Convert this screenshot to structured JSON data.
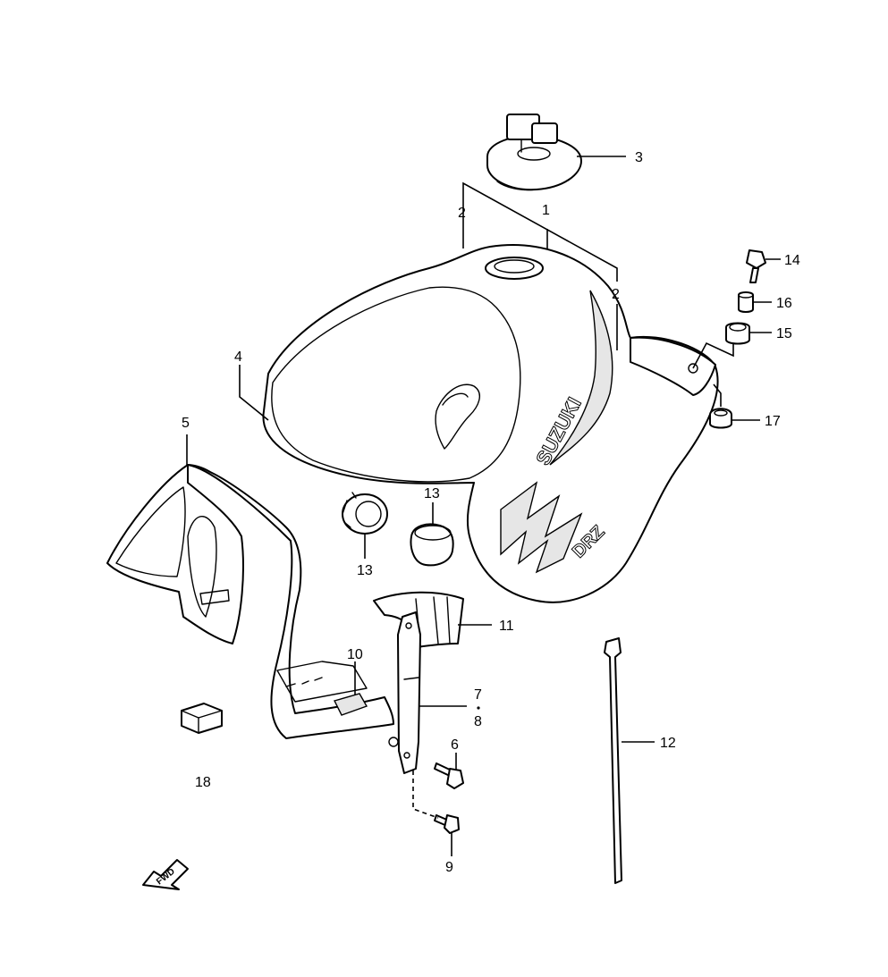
{
  "callouts": [
    {
      "id": "1",
      "label": "1"
    },
    {
      "id": "2a",
      "label": "2"
    },
    {
      "id": "2b",
      "label": "2"
    },
    {
      "id": "3",
      "label": "3"
    },
    {
      "id": "4",
      "label": "4"
    },
    {
      "id": "5",
      "label": "5"
    },
    {
      "id": "6",
      "label": "6"
    },
    {
      "id": "7",
      "label": "7"
    },
    {
      "id": "8",
      "label": "8"
    },
    {
      "id": "9",
      "label": "9"
    },
    {
      "id": "10",
      "label": "10"
    },
    {
      "id": "11",
      "label": "11"
    },
    {
      "id": "12",
      "label": "12"
    },
    {
      "id": "13a",
      "label": "13"
    },
    {
      "id": "13b",
      "label": "13"
    },
    {
      "id": "14",
      "label": "14"
    },
    {
      "id": "15",
      "label": "15"
    },
    {
      "id": "16",
      "label": "16"
    },
    {
      "id": "17",
      "label": "17"
    },
    {
      "id": "18",
      "label": "18"
    }
  ],
  "tank_logo": "SUZUKI",
  "tank_model": "DRZ",
  "direction_arrow": "FWD"
}
